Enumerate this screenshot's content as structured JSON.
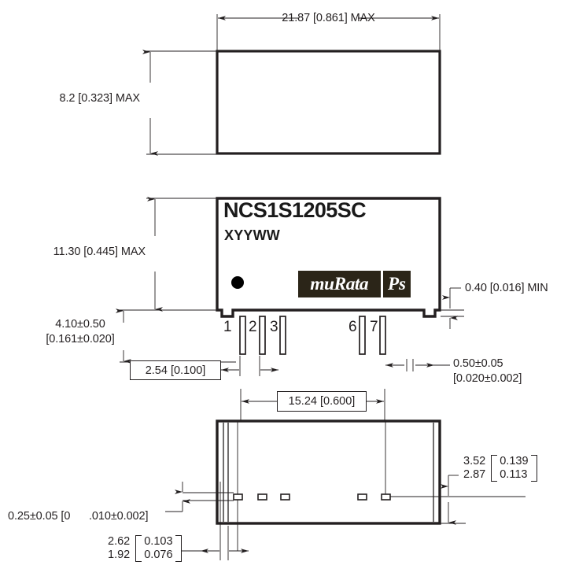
{
  "drawing": {
    "title": "NCS1S1205SC mechanical outline drawing",
    "line_color": "#231f20",
    "logo_color": "#2b2518",
    "part_number": "NCS1S1205SC",
    "date_code": "XYYWW",
    "brand": "muRata",
    "brand_sub": "Ps"
  },
  "dimensions": {
    "width_max": "21.87 [0.861] MAX",
    "top_height_max": "8.2 [0.323] MAX",
    "side_height_max": "11.30 [0.445] MAX",
    "lead_length": "4.10±0.50",
    "lead_length_inch": "[0.161±0.020]",
    "pin_pitch": "2.54 [0.100]",
    "row_spacing": "15.24 [0.600]",
    "standoff_min": "0.40 [0.016] MIN",
    "lead_thickness": "0.50±0.05",
    "lead_thickness_inch": "[0.020±0.002]",
    "pad_width": "0.25±0.05 [0",
    "pad_width_inch": ".010±0.002]",
    "pad_offset_top": "3.52",
    "pad_offset_bottom": "2.87",
    "pad_offset_top_inch": "0.139",
    "pad_offset_bottom_inch": "0.113",
    "edge_top": "2.62",
    "edge_bottom": "1.92",
    "edge_top_inch": "0.103",
    "edge_bottom_inch": "0.076"
  },
  "pins": {
    "labels": [
      "1",
      "2",
      "3",
      "6",
      "7"
    ]
  }
}
